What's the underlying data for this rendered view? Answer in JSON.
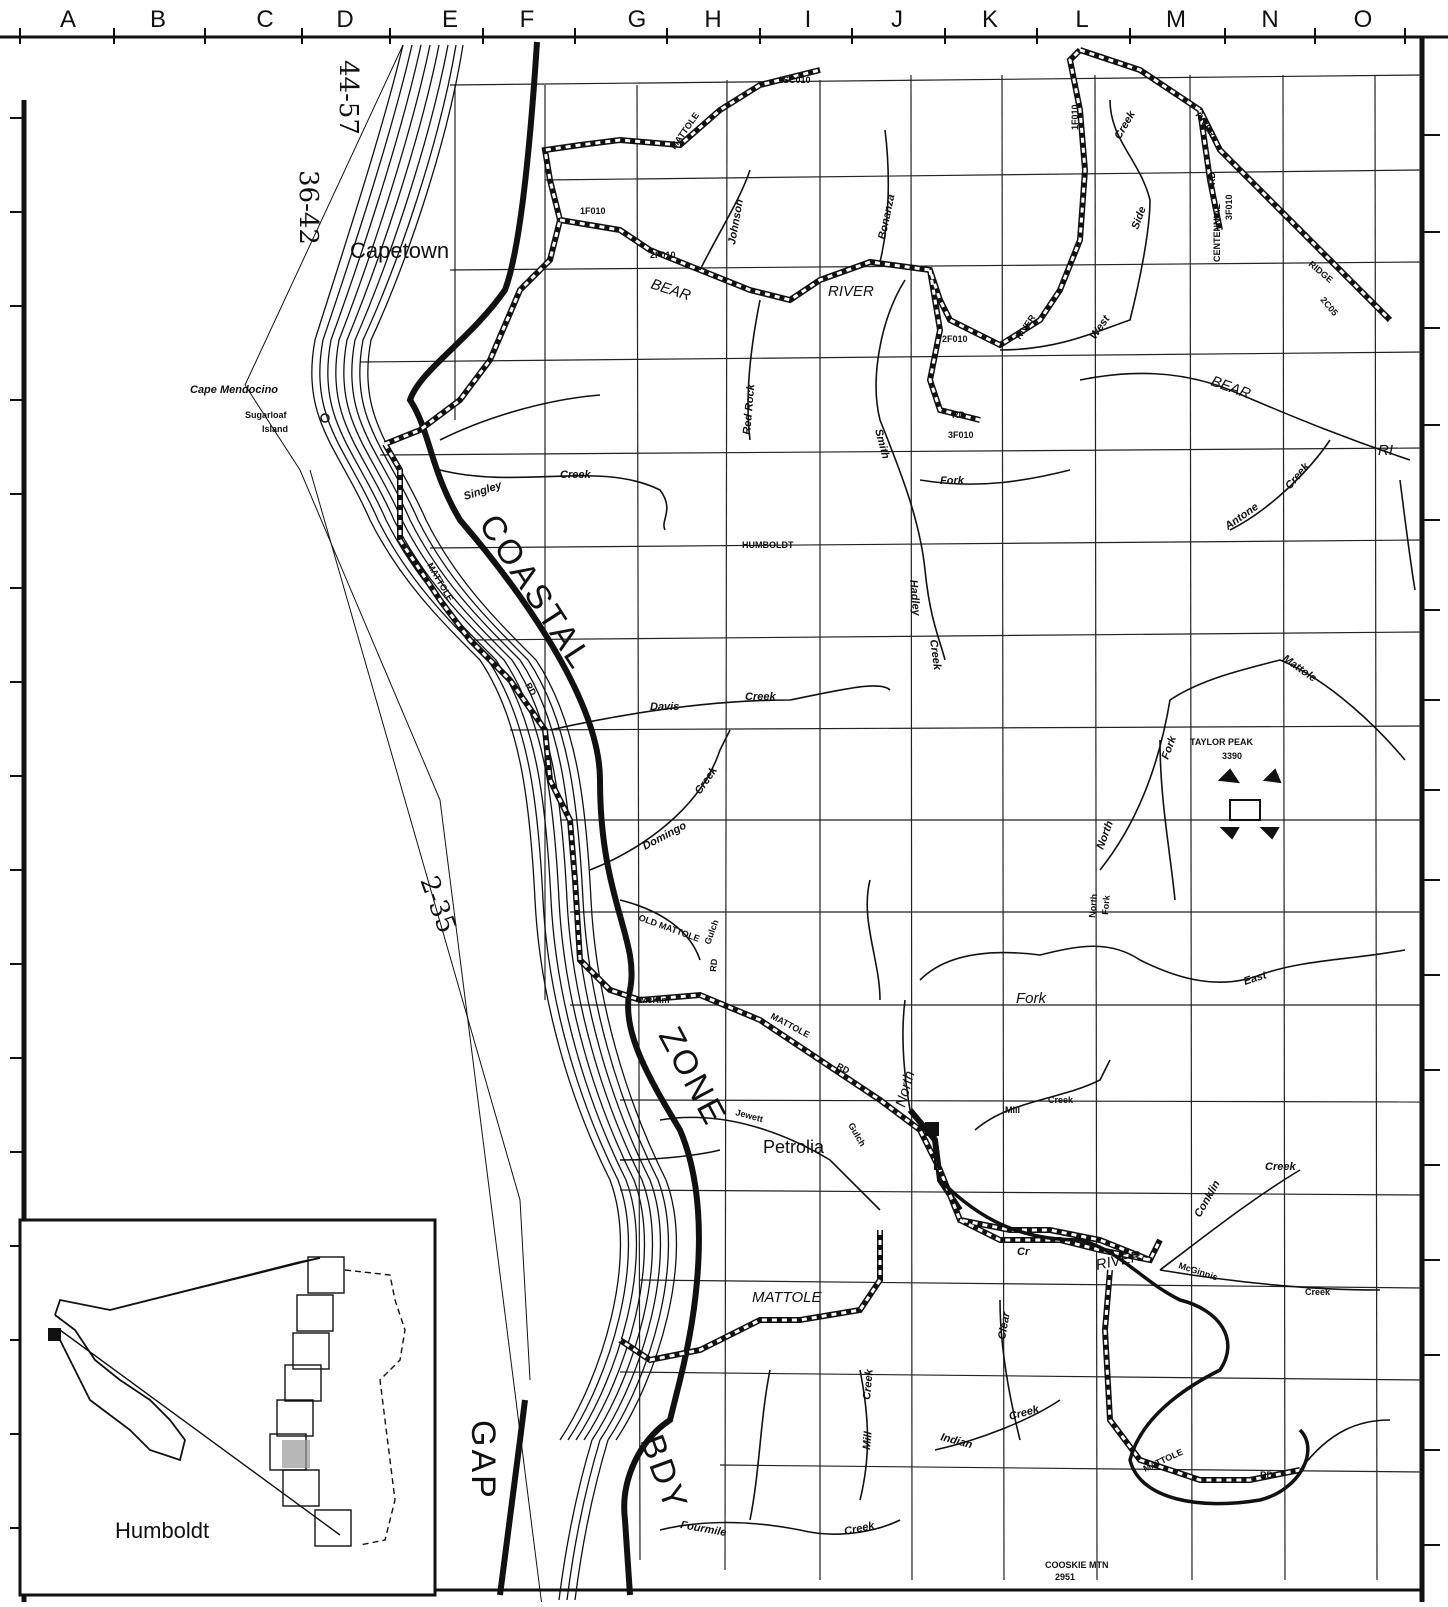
{
  "columns": [
    "A",
    "B",
    "C",
    "D",
    "E",
    "F",
    "G",
    "H",
    "I",
    "J",
    "K",
    "L",
    "M",
    "N",
    "O"
  ],
  "places": {
    "capetown": "Capetown",
    "petrolia": "Petrolia",
    "humboldt_region": "HUMBOLDT",
    "inset_label": "Humboldt",
    "cape_mendocino": "Cape Mendocino",
    "sugarloaf": "Sugarloaf",
    "island": "Island",
    "taylor_peak": "TAYLOR PEAK",
    "taylor_peak_elev": "3390",
    "cooskie_mtn": "COOSKIE MTN",
    "cooskie_elev": "2951"
  },
  "zone": {
    "coastal": "COASTAL",
    "zone": "ZONE",
    "bdy": "BDY",
    "gap": "GAP"
  },
  "rivers": {
    "bear_upper": "BEAR",
    "river_upper": "RIVER",
    "bear_east": "BEAR",
    "ri_east": "RI",
    "mattole_lower": "MATTOLE",
    "river_lower": "RIVER"
  },
  "creeks": {
    "singley": "Singley",
    "singley_creek": "Creek",
    "davis": "Davis",
    "davis_creek": "Creek",
    "domingo": "Domingo",
    "domingo_creek": "Creek",
    "johnson": "Johnson",
    "red_rock": "Red Rock",
    "bonanza": "Bonanza",
    "smith": "Smith",
    "smith_fork": "Fork",
    "hadley": "Hadley",
    "hadley_creek": "Creek",
    "west": "West",
    "side": "Side",
    "antone": "Antone",
    "antone_creek": "Creek",
    "north_fork": "North",
    "fork": "Fork",
    "mattole_ne": "Mattole",
    "east": "East",
    "north_fork2": "North",
    "fork2": "Fork",
    "fork3": "Fork",
    "mill1": "Mill",
    "creek_mill1": "Creek",
    "conklin": "Conklin",
    "conklin_creek": "Creek",
    "mcginnis": "McGinnis",
    "mcginnis_creek": "Creek",
    "clear": "Clear",
    "cr": "Cr",
    "mill2": "Mill",
    "mill2_creek": "Creek",
    "indian": "Indian",
    "indian_creek": "Creek",
    "fourmile": "Fourmile",
    "fourmile_creek": "Creek",
    "jewett": "Jewett",
    "jewett_gulch": "Gulch",
    "mckim": "McKim",
    "old_mattole": "OLD MATTOLE",
    "gulch": "Gulch",
    "creek_ne": "Creek",
    "river_ne": "RIVER"
  },
  "roads": {
    "mattole_rd_n": "MATTOLE",
    "mattole_rd_w": "MATTOLE",
    "rd_w": "RD",
    "rd_c": "RD",
    "mattole_rd_c": "MATTOLE",
    "rd_mid": "RD",
    "mattole_rd_s": "MATTOLE",
    "rd_label": "RD",
    "centennial": "CENTENNIAL",
    "ridge": "RIDGE",
    "rd_ne": "RD",
    "rd_j": "RD",
    "river_k": "RIVER",
    "codes": [
      "1SC010",
      "1F010",
      "1F010",
      "3F010",
      "2F010",
      "3F010",
      "2C05",
      "2F010"
    ]
  },
  "handwritten": {
    "top": "44-57",
    "mid": "36-42",
    "lower": "2-35"
  },
  "colors": {
    "ink": "#111111",
    "paper": "#ffffff",
    "shade": "#888888"
  }
}
